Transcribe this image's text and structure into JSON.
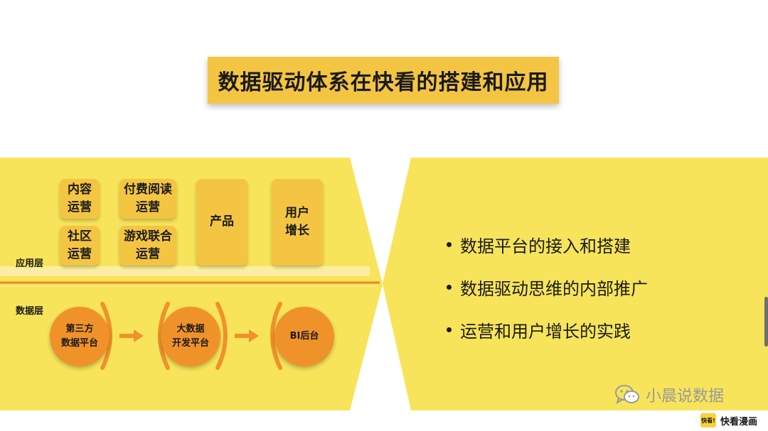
{
  "title": "数据驱动体系在快看的搭建和应用",
  "application_layer": {
    "label": "应用层",
    "items": [
      {
        "text": "内容\n运营"
      },
      {
        "text": "付费阅读\n运营"
      },
      {
        "text": "社区\n运营"
      },
      {
        "text": "游戏联合\n运营"
      },
      {
        "text": "产品"
      },
      {
        "text": "用户\n增长"
      }
    ]
  },
  "data_layer": {
    "label": "数据层",
    "nodes": [
      {
        "text": "第三方\n数据平台"
      },
      {
        "text": "大数据\n开发平台"
      },
      {
        "text": "BI后台"
      }
    ]
  },
  "bullets": [
    "数据平台的接入和搭建",
    "数据驱动思维的内部推广",
    "运营和用户增长的实践"
  ],
  "watermark": {
    "text": "小晨说数据",
    "icon": "wechat-icon"
  },
  "brand": {
    "logo_text": "快看!",
    "name": "快看漫画"
  },
  "colors": {
    "panel": "#f7e45a",
    "box": "#f4c542",
    "node": "#f0922a",
    "divider": "#e8891f"
  }
}
